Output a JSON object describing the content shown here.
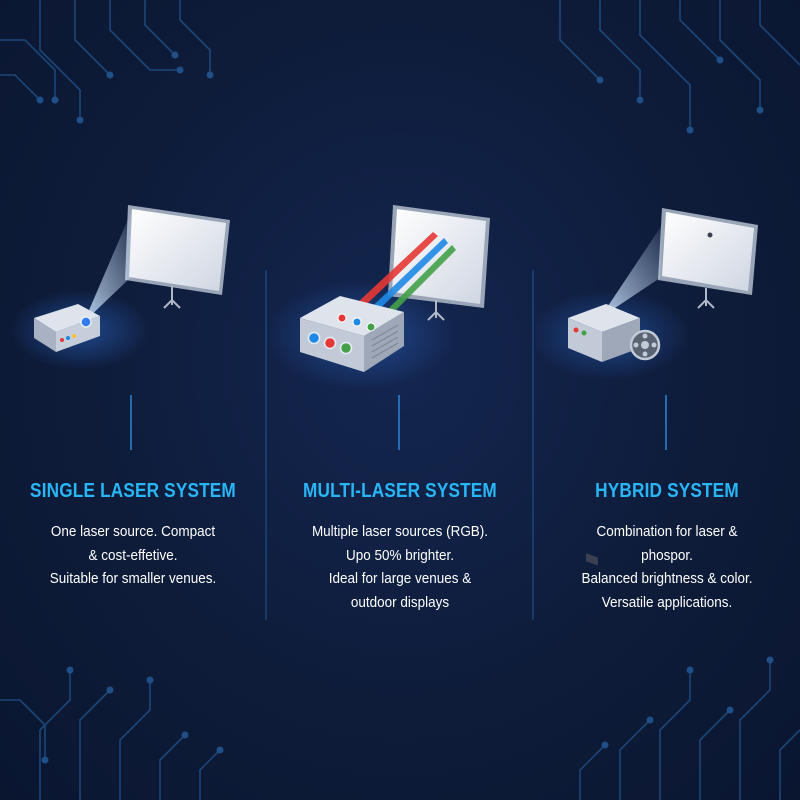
{
  "theme": {
    "background": "#0d1a33",
    "accent": "#29b6f6",
    "text": "#ffffff",
    "circuit": "#1f4f86",
    "beam_red": "#e53935",
    "beam_blue": "#1e88e5",
    "beam_green": "#43a047"
  },
  "columns": [
    {
      "title": "SINGLE LASER SYSTEM",
      "lines": [
        "One laser source. Compact",
        "& cost-effetive.",
        "Suitable for smaller venues."
      ],
      "icon": "single-laser-projector-icon"
    },
    {
      "title": "MULTI-LASER SYSTEM",
      "lines": [
        "Multiple laser sources (RGB).",
        "Upo 50% brighter.",
        "Ideal for large venues &",
        "outdoor displays"
      ],
      "icon": "rgb-laser-projector-icon"
    },
    {
      "title": "HYBRID SYSTEM",
      "lines": [
        "Combination for laser &",
        "phospor.",
        "Balanced brightness & color.",
        "Versatile applications."
      ],
      "icon": "hybrid-projector-icon"
    }
  ]
}
